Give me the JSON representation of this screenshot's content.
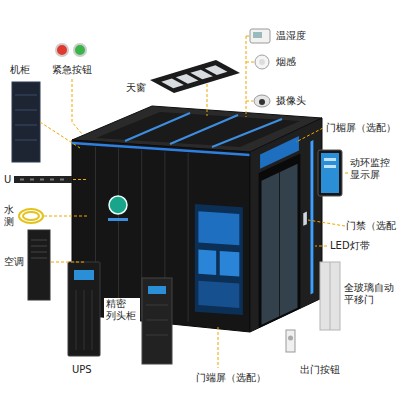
{
  "diagram": {
    "labels": [
      "天窗",
      "温湿度",
      "烟感",
      "机柜",
      "紧急按钮",
      "摄像头",
      "门楣屏（选配）",
      "U",
      "动环监控 显示屏",
      "水 测",
      "门禁（选配",
      "LED灯带",
      "空调",
      "全玻璃自动 平移门",
      "精密 列头柜",
      "UPS",
      "出门按钮",
      "门端屏（选配）"
    ]
  }
}
